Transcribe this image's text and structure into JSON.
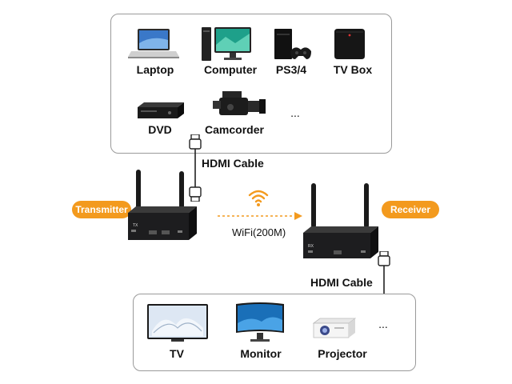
{
  "sources": {
    "items": [
      {
        "label": "Laptop",
        "icon": "laptop-icon"
      },
      {
        "label": "Computer",
        "icon": "computer-icon"
      },
      {
        "label": "PS3/4",
        "icon": "ps4-console-icon"
      },
      {
        "label": "TV Box",
        "icon": "tv-box-icon"
      },
      {
        "label": "DVD",
        "icon": "dvd-player-icon"
      },
      {
        "label": "Camcorder",
        "icon": "camcorder-icon"
      }
    ],
    "more": "..."
  },
  "cable_top": "HDMI Cable",
  "transmitter": {
    "label": "Transmitter",
    "badge": "TX"
  },
  "receiver": {
    "label": "Receiver",
    "badge": "RX"
  },
  "wifi": {
    "label": "WiFi(200M)",
    "icon": "wifi-icon"
  },
  "cable_bottom": "HDMI Cable",
  "displays": {
    "items": [
      {
        "label": "TV",
        "icon": "tv-icon"
      },
      {
        "label": "Monitor",
        "icon": "monitor-icon"
      },
      {
        "label": "Projector",
        "icon": "projector-icon"
      }
    ],
    "more": "..."
  },
  "colors": {
    "accent": "#f39a1e",
    "device": "#1d1d1f",
    "border": "#9a9a9a"
  }
}
